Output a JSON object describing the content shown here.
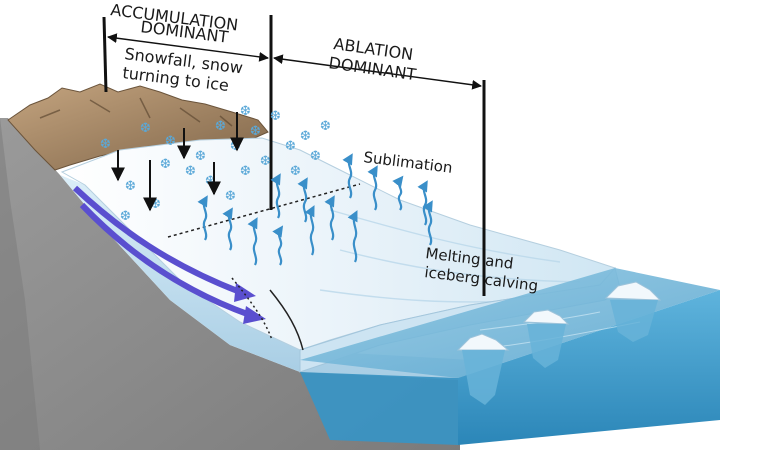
{
  "labels": {
    "accumulation_line1": "ACCUMULATION",
    "accumulation_line2": "DOMINANT",
    "snowfall_line1": "Snowfall, snow",
    "snowfall_line2": "turning to ice",
    "ablation_line1": "ABLATION",
    "ablation_line2": "DOMINANT",
    "sublimation": "Sublimation",
    "melting_line1": "Melting and",
    "melting_line2": "iceberg calving"
  },
  "colors": {
    "ground": "#8e8e8e",
    "ground_dark": "#6f6f6f",
    "ice_top": "#eef6fb",
    "ice_face": "#b9d9ec",
    "water": "#3d9ccc",
    "water_dark": "#2a7fae",
    "flow_arrow": "#5a4fcf",
    "vapor_arrow": "#3a8fc9",
    "snowflake": "#5aa8d8",
    "mountain": "#a88b6a"
  },
  "icons": [
    "snowflake-icon",
    "downward-arrow-icon",
    "wavy-up-arrow-icon",
    "flow-arrow-icon",
    "iceberg-icon"
  ]
}
